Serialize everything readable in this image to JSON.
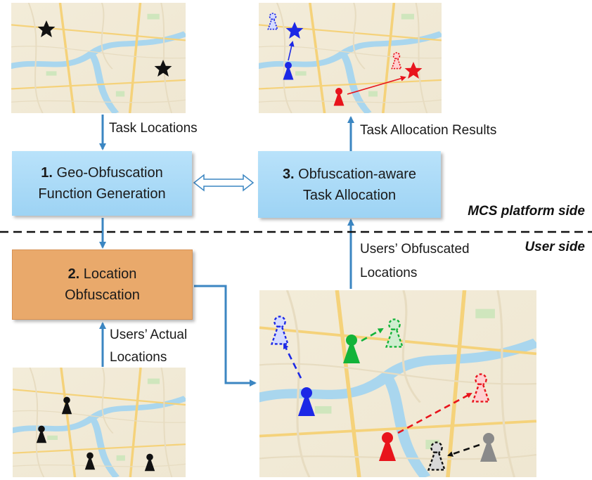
{
  "maps": [
    {
      "id": "task-map"
    },
    {
      "id": "allocation-result-map"
    },
    {
      "id": "actual-locations-map"
    },
    {
      "id": "obfuscated-locations-map"
    }
  ],
  "boxes": {
    "geo_obfuscation": {
      "number": "1.",
      "line1": " Geo-Obfuscation",
      "line2": "Function Generation",
      "color": "#a9dbf7"
    },
    "location_obfuscation": {
      "number": "2.",
      "line1": " Location",
      "line2": "Obfuscation",
      "color": "#e9a96b"
    },
    "task_allocation": {
      "number": "3.",
      "line1": " Obfuscation-aware",
      "line2": "Task Allocation",
      "color": "#a9dbf7"
    }
  },
  "labels": {
    "task_locations": "Task Locations",
    "task_allocation_results": "Task Allocation Results",
    "users_obfuscated_line1": "Users’ Obfuscated",
    "users_obfuscated_line2": "Locations",
    "users_actual_line1": "Users’ Actual",
    "users_actual_line2": "Locations"
  },
  "sides": {
    "platform": "MCS platform side",
    "user": "User side"
  },
  "colors": {
    "arrow": "#3b86c2",
    "blue_user": "#1c28e6",
    "red_user": "#e8141c",
    "green_user": "#13b339",
    "gray_user": "#8a8a8a",
    "black_marker": "#111111"
  }
}
